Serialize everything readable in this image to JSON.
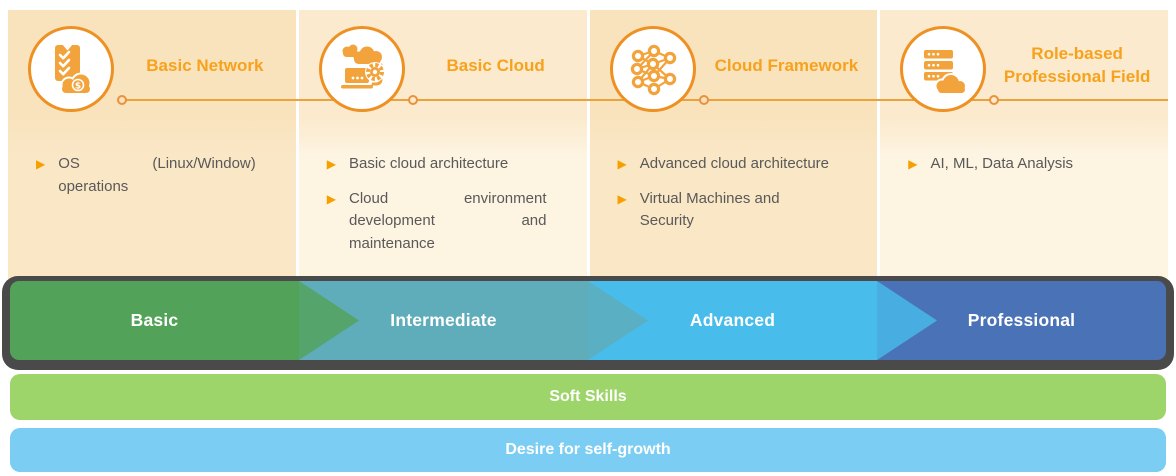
{
  "columns": [
    {
      "title": "Basic Network",
      "icon": "clipboard-checklist-dollar-cloud-icon",
      "bullets": [
        "OS (Linux/Window) operations"
      ]
    },
    {
      "title": "Basic Cloud",
      "icon": "cloud-gear-laptop-icon",
      "bullets": [
        "Basic cloud architecture",
        "Cloud environment development and maintenance"
      ]
    },
    {
      "title": "Cloud Framework",
      "icon": "neural-network-icon",
      "bullets": [
        "Advanced cloud architecture",
        "Virtual Machines and Security"
      ]
    },
    {
      "title": "Role-based Professional Field",
      "icon": "server-stack-cloud-icon",
      "bullets": [
        "AI, ML, Data Analysis"
      ]
    }
  ],
  "progression": {
    "levels": [
      {
        "label": "Basic",
        "color": "#53A25A"
      },
      {
        "label": "Intermediate",
        "color": "#5FACBA"
      },
      {
        "label": "Advanced",
        "color": "#48BCEB"
      },
      {
        "label": "Professional",
        "color": "#4A72B6"
      }
    ],
    "frame_color": "#4A4A4A"
  },
  "banners": [
    {
      "label": "Soft Skills",
      "color": "#9DD56A"
    },
    {
      "label": "Desire for self-growth",
      "color": "#7CCDF3"
    }
  ],
  "theme": {
    "accent_orange": "#F7A21D",
    "icon_orange": "#F2A33B",
    "connector_line_orange": "#E9A23C",
    "body_text_gray": "#595959",
    "card_header_light": "#FBEACD",
    "card_body_light": "#FDF4E2",
    "card_header_dark": "#F9E3BD",
    "card_body_dark": "#FAE7C6"
  }
}
